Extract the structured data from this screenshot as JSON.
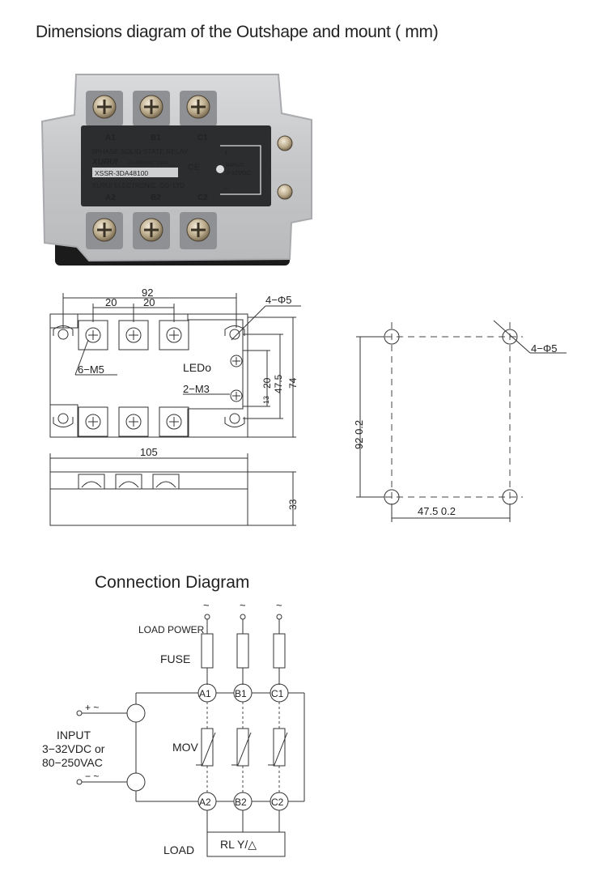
{
  "titles": {
    "dimensions": "Dimensions diagram of the Outshape and mount ( mm)",
    "connection": "Connection Diagram"
  },
  "photo": {
    "top_terminals": [
      "A1",
      "B1",
      "C1"
    ],
    "bottom_terminals": [
      "A2",
      "B2",
      "C2"
    ],
    "product_title": "3PHASE SOLID STATE RELAY",
    "brand": "XURUI",
    "rating": "24-480VAC 100A",
    "ce": "CE",
    "model": "XSSR-3DA48100",
    "company": "XURUI ELECTRONIC. CO; LTD",
    "input_line1": "INPUT",
    "input_line2": "3-32VDC",
    "plus": "+",
    "minus": "−"
  },
  "front_view": {
    "width_92": "92",
    "pitch_a": "20",
    "pitch_b": "20",
    "holes": "4−Φ5",
    "screws": "6−M5",
    "led": "LEDo",
    "input_screws": "2−M3",
    "dim_20": "20",
    "dim_47_5": "47.5",
    "dim_74": "74",
    "dim_13": "13"
  },
  "side_view": {
    "length": "105",
    "height": "33"
  },
  "mount": {
    "holes": "4−Φ5",
    "vertical": "92  0.2",
    "horizontal": "47.5   0.2"
  },
  "connection": {
    "tilde": "~",
    "load_power": "LOAD POWER",
    "fuse": "FUSE",
    "top": [
      "A1",
      "B1",
      "C1"
    ],
    "bottom": [
      "A2",
      "B2",
      "C2"
    ],
    "plus": "+ ~",
    "minus": "− ~",
    "input_1": "INPUT",
    "input_2": "3−32VDC or",
    "input_3": "80−250VAC",
    "mov": "MOV",
    "load": "LOAD",
    "load_box": "RL  Y/△"
  }
}
